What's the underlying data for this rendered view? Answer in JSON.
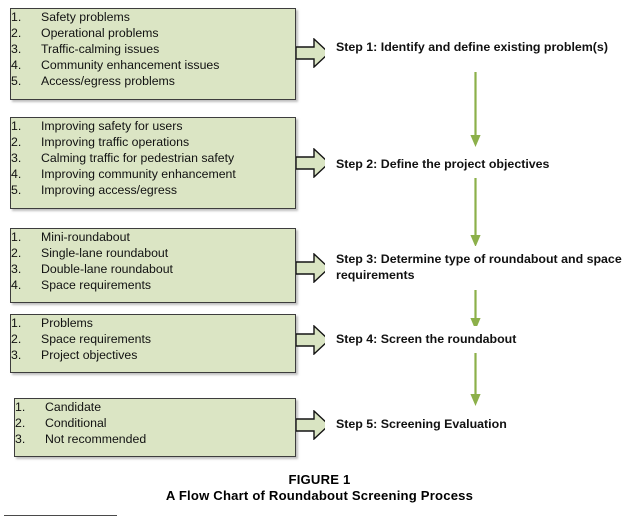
{
  "figure": {
    "caption_line1": "FIGURE 1",
    "caption_line2": "A Flow Chart of Roundabout Screening Process"
  },
  "colors": {
    "list_fill": "#dbe5c4",
    "list_border": "#3d3d3d",
    "step_border": "#96b84a",
    "step_fill": "#ffffff",
    "arrow_fill": "#d9e4c2",
    "arrow_outline": "#1a1a1a",
    "connector": "#8cb04a",
    "text": "#111111"
  },
  "rows": [
    {
      "list": {
        "name": "problems-list",
        "items": [
          {
            "num": "1.",
            "label": "Safety problems"
          },
          {
            "num": "2.",
            "label": "Operational problems"
          },
          {
            "num": "3.",
            "label": "Traffic-calming issues"
          },
          {
            "num": "4.",
            "label": "Community enhancement issues"
          },
          {
            "num": "5.",
            "label": "Access/egress problems"
          }
        ]
      },
      "step": {
        "name": "step-1-box",
        "label": "Step 1: Identify and define existing problem(s)"
      },
      "arrow": {
        "name": "arrow-to-step-1"
      }
    },
    {
      "list": {
        "name": "objectives-list",
        "items": [
          {
            "num": "1.",
            "label": "Improving safety for users"
          },
          {
            "num": "2.",
            "label": "Improving traffic operations"
          },
          {
            "num": "3.",
            "label": "Calming traffic for pedestrian safety"
          },
          {
            "num": "4.",
            "label": "Improving community enhancement"
          },
          {
            "num": "5.",
            "label": "Improving access/egress"
          }
        ]
      },
      "step": {
        "name": "step-2-box",
        "label": "Step 2: Define the project objectives"
      },
      "arrow": {
        "name": "arrow-to-step-2"
      }
    },
    {
      "list": {
        "name": "roundabout-types-list",
        "items": [
          {
            "num": "1.",
            "label": "Mini-roundabout"
          },
          {
            "num": "2.",
            "label": "Single-lane roundabout"
          },
          {
            "num": "3.",
            "label": "Double-lane roundabout"
          },
          {
            "num": "4.",
            "label": "Space requirements"
          }
        ]
      },
      "step": {
        "name": "step-3-box",
        "label": "Step 3: Determine type of roundabout and space requirements"
      },
      "arrow": {
        "name": "arrow-to-step-3"
      }
    },
    {
      "list": {
        "name": "screening-inputs-list",
        "items": [
          {
            "num": "1.",
            "label": "Problems"
          },
          {
            "num": "2.",
            "label": "Space requirements"
          },
          {
            "num": "3.",
            "label": "Project objectives"
          }
        ]
      },
      "step": {
        "name": "step-4-box",
        "label": "Step 4: Screen the roundabout"
      },
      "arrow": {
        "name": "arrow-to-step-4"
      }
    },
    {
      "list": {
        "name": "evaluation-outcomes-list",
        "items": [
          {
            "num": "1.",
            "label": "Candidate"
          },
          {
            "num": "2.",
            "label": "Conditional"
          },
          {
            "num": "3.",
            "label": "Not recommended"
          }
        ]
      },
      "step": {
        "name": "step-5-box",
        "label": "Step 5: Screening Evaluation"
      },
      "arrow": {
        "name": "arrow-to-step-5"
      }
    }
  ],
  "connectors": [
    {
      "name": "connector-step1-to-step2"
    },
    {
      "name": "connector-step2-to-step3"
    },
    {
      "name": "connector-step3-to-step4"
    },
    {
      "name": "connector-step4-to-step5"
    }
  ]
}
